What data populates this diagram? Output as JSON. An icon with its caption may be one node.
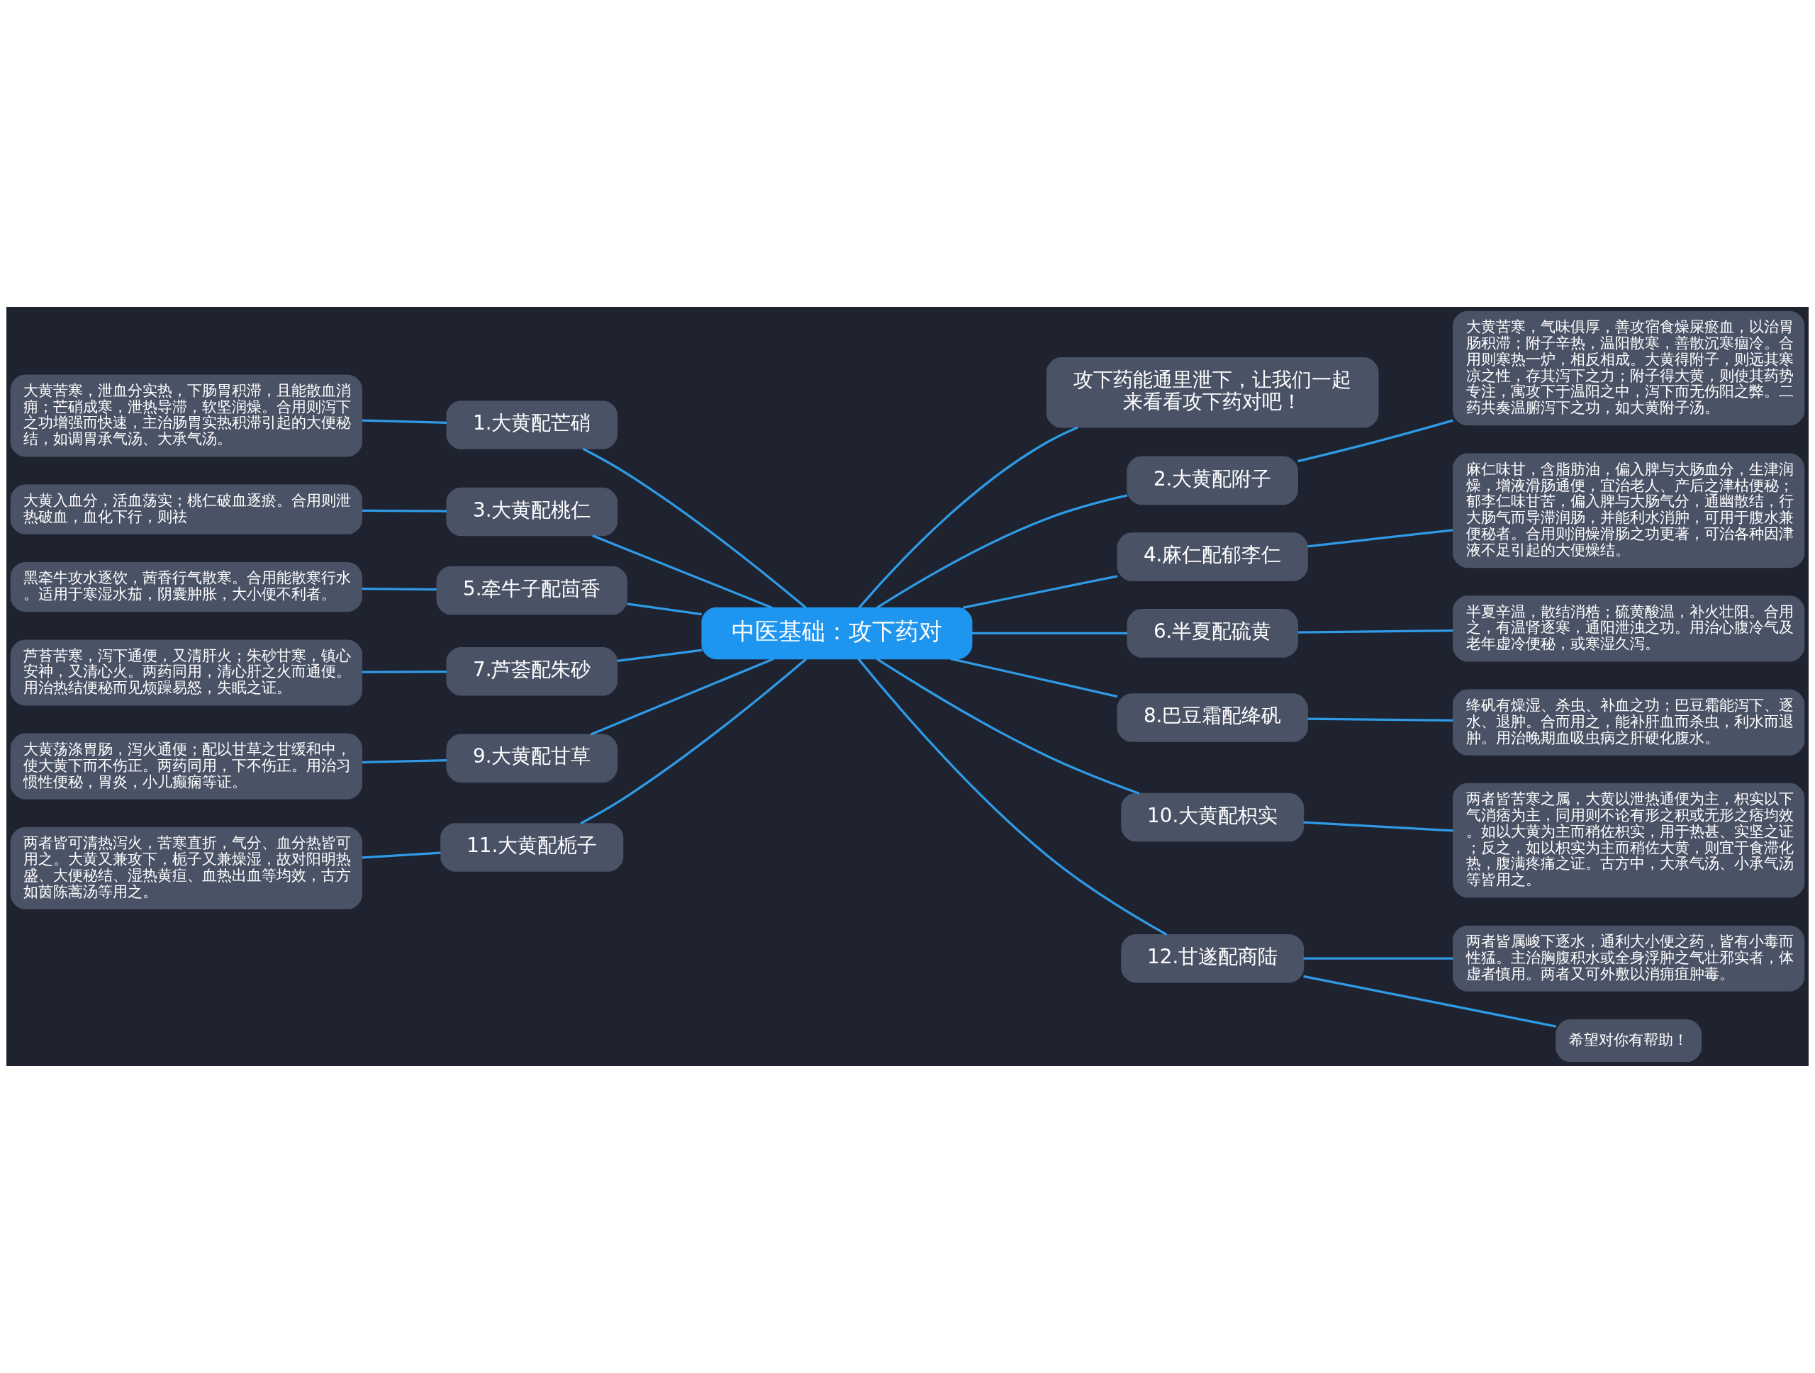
{
  "diagram": {
    "nodes": [
      {
        "text": [
          "中医基础：攻下药对"
        ]
      },
      {
        "text": [
          "攻下药能通里泄下，让我们一起来看看攻下药对吧！"
        ]
      },
      {
        "text": [
          "1.大黄配芒硝"
        ]
      },
      {
        "text": [
          "大黄苦寒，泄血分实热，下肠胃积滞，且能散血消痈；芒硝成寒，泄热导滞，软坚润燥。合用则泻下之功增强而快速，主治肠胃实热积滞引起的大便秘结，如调胃承气汤、大承气汤。"
        ]
      },
      {
        "text": [
          "2.大黄配附子"
        ]
      },
      {
        "text": [
          "大黄苦寒，气味俱厚，善攻宿食燥屎瘀血，以治胃肠积滞；附子辛热，温阳散寒，善散沉寒痼冷。合用则寒热一炉，相反相成。大黄得附子，则远其寒凉之性，存其泻下之力；附子得大黄，则使其药势专注，寓攻下于温阳之中，泻下而无伤阳之弊。二药共奏温腑泻下之功，如大黄附子汤。"
        ]
      },
      {
        "text": [
          "3.大黄配桃仁"
        ]
      },
      {
        "text": [
          "大黄入血分，活血荡实；桃仁破血逐瘀。合用则泄热破血，血化下行，则祛"
        ]
      },
      {
        "text": [
          "4.麻仁配郁李仁"
        ]
      },
      {
        "text": [
          "麻仁味甘，含脂肪油，偏入脾与大肠血分，生津润燥，增液滑肠通便，宜治老人、产后之津枯便秘；郁李仁味甘苦，偏入脾与大肠气分，通幽散结，行大肠气而导滞润肠，并能利水消肿，可用于腹水兼便秘者。合用则润燥滑肠之功更著，可治各种因津液不足引起的大便燥结。"
        ]
      },
      {
        "text": [
          "5.牵牛子配茴香"
        ]
      },
      {
        "text": [
          "黑牵牛攻水逐饮，茜香行气散寒。合用能散寒行水。适用于寒湿水茄，阴囊肿胀，大小便不利者。"
        ]
      },
      {
        "text": [
          "6.半夏配硫黄"
        ]
      },
      {
        "text": [
          "半夏辛温，散结消梏；硫黄酸温，补火壮阳。合用之，有温肾逐寒，通阳泄浊之功。用治心腹冷气及老年虚冷便秘，或寒湿久泻。"
        ]
      },
      {
        "text": [
          "7.芦荟配朱砂"
        ]
      },
      {
        "text": [
          "芦苔苦寒，泻下通便，又清肝火；朱砂甘寒，镇心安神，又清心火。两药同用，清心肝之火而通便。用治热结便秘而见烦躁易怒，失眠之证。"
        ]
      },
      {
        "text": [
          "8.巴豆霜配绛矾"
        ]
      },
      {
        "text": [
          "绛矾有燥湿、杀虫、补血之功；巴豆霜能泻下、逐水、退肿。合而用之，能补肝血而杀虫，利水而退肿。用治晚期血吸虫病之肝硬化腹水。"
        ]
      },
      {
        "text": [
          "9.大黄配甘草"
        ]
      },
      {
        "text": [
          "大黄荡涤胃肠，泻火通便；配以甘草之甘缓和中，使大黄下而不伤正。两药同用，下不伤正。用治习惯性便秘，胃炎，小儿癫痫等证。"
        ]
      },
      {
        "text": [
          "10.大黄配枳实"
        ]
      },
      {
        "text": [
          "两者皆苦寒之属，大黄以泄热通便为主，枳实以下气消痞为主，同用则不论有形之积或无形之痞均效。如以大黄为主而稍佐枳实，用于热甚、实坚之证；反之，如以枳实为主而稍佐大黄，则宜于食滞化热，腹满疼痛之证。古方中，大承气汤、小承气汤等皆用之。"
        ]
      },
      {
        "text": [
          "11.大黄配栀子"
        ]
      },
      {
        "text": [
          "两者皆可清热泻火，苦寒直折，气分、血分热皆可用之。大黄又兼攻下，栀子又兼燥湿，故对阳明热盛、大便秘结、湿热黄疸、血热出血等均效，古方如茵陈蒿汤等用之。"
        ]
      },
      {
        "text": [
          "12.甘遂配商陆"
        ]
      },
      {
        "text": [
          "两者皆属峻下逐水，通利大小便之药，皆有小毒而性猛。主治胸腹积水或全身浮肿之气壮邪实者，体虚者慎用。两者又可外敷以消痈疽肿毒。"
        ]
      },
      {
        "text": [
          "希望对你有帮助！"
        ]
      }
    ],
    "edges": [
      {
        "from": 0,
        "to": 1,
        "arrow": "none"
      },
      {
        "from": 0,
        "to": 2,
        "arrow": "none"
      },
      {
        "from": 0,
        "to": 4,
        "arrow": "none"
      },
      {
        "from": 0,
        "to": 6,
        "arrow": "none"
      },
      {
        "from": 0,
        "to": 8,
        "arrow": "none"
      },
      {
        "from": 0,
        "to": 10,
        "arrow": "none"
      },
      {
        "from": 0,
        "to": 12,
        "arrow": "none"
      },
      {
        "from": 0,
        "to": 14,
        "arrow": "none"
      },
      {
        "from": 0,
        "to": 16,
        "arrow": "none"
      },
      {
        "from": 0,
        "to": 18,
        "arrow": "none"
      },
      {
        "from": 0,
        "to": 20,
        "arrow": "none"
      },
      {
        "from": 0,
        "to": 22,
        "arrow": "none"
      },
      {
        "from": 0,
        "to": 24,
        "arrow": "none"
      },
      {
        "from": 2,
        "to": 3,
        "arrow": "none"
      },
      {
        "from": 4,
        "to": 5,
        "arrow": "none"
      },
      {
        "from": 6,
        "to": 7,
        "arrow": "none"
      },
      {
        "from": 8,
        "to": 9,
        "arrow": "none"
      },
      {
        "from": 10,
        "to": 11,
        "arrow": "none"
      },
      {
        "from": 12,
        "to": 13,
        "arrow": "none"
      },
      {
        "from": 14,
        "to": 15,
        "arrow": "none"
      },
      {
        "from": 16,
        "to": 17,
        "arrow": "none"
      },
      {
        "from": 18,
        "to": 19,
        "arrow": "none"
      },
      {
        "from": 20,
        "to": 21,
        "arrow": "none"
      },
      {
        "from": 22,
        "to": 23,
        "arrow": "none"
      },
      {
        "from": 24,
        "to": 25,
        "arrow": "none"
      },
      {
        "from": 24,
        "to": 26,
        "arrow": "none"
      }
    ]
  }
}
